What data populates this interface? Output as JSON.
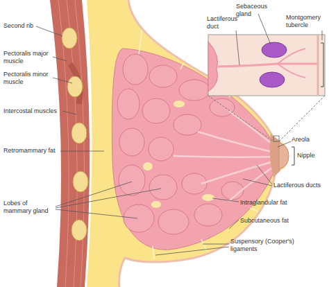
{
  "diagram": {
    "labels": [
      "Second rib",
      "Pectoralis major muscle",
      "Pectoralis minor muscle",
      "Intercostal muscles",
      "Retromammary fat",
      "Lobes of mammary gland",
      "Sebaceous gland",
      "Lactiferous duct",
      "Montgomery tubercle",
      "Areola",
      "Nipple",
      "Lactiferous ducts",
      "Intraglandular fat",
      "Subcutaneous fat",
      "Suspensory (Cooper's) ligaments"
    ]
  }
}
